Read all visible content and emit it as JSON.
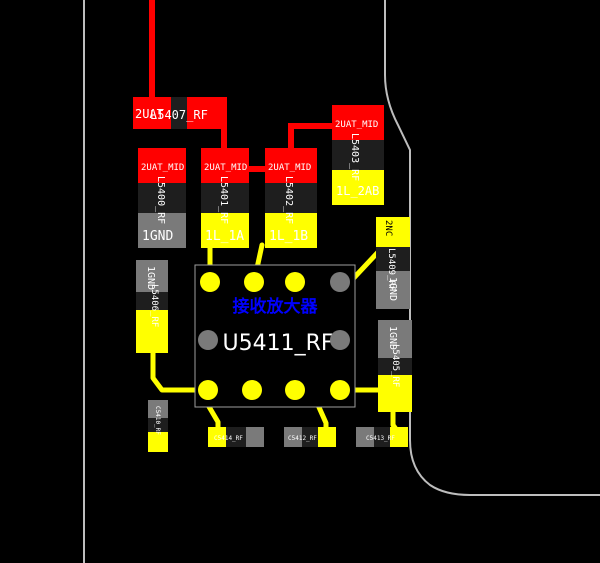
{
  "colors": {
    "background": "#000000",
    "outline": "#bdbdbd",
    "copper": "#ff0000",
    "trace": "#ffff00",
    "pad_gray": "#7a7a7a",
    "body_dark": "#1e1e1e",
    "chip_title": "#0000ff",
    "refdes_text": "#ffffff"
  },
  "chip": {
    "title": "接收放大器",
    "refdes": "U5411_RF"
  },
  "components": {
    "l5407": {
      "ref": "L5407_RF",
      "net": "2UAT"
    },
    "l5400": {
      "ref": "L5400_RF",
      "net_top": "2UAT_MID",
      "net_bottom": "1GND"
    },
    "l5401": {
      "ref": "L5401_RF",
      "net_top": "2UAT_MID",
      "net_bottom": "1L_1A"
    },
    "l5402": {
      "ref": "L5402_RF",
      "net_top": "2UAT_MID",
      "net_bottom": "1L_1B"
    },
    "l5403": {
      "ref": "L5403_RF",
      "net_top": "2UAT_MID",
      "net_bottom": "1L_2AB"
    },
    "l5409": {
      "ref": "L5409_RF",
      "net_top": "2NC",
      "net_bottom": "1GND"
    },
    "l5406": {
      "ref": "L5406_RF",
      "net_top": "1GND"
    },
    "l5405": {
      "ref": "L5405_RF",
      "net_top": "1GND"
    },
    "c5410": {
      "ref": "C5410_RF"
    },
    "c5414": {
      "ref": "C5414_RF"
    },
    "c5412": {
      "ref": "C5412_RF"
    },
    "c5413": {
      "ref": "C5413_RF"
    }
  }
}
